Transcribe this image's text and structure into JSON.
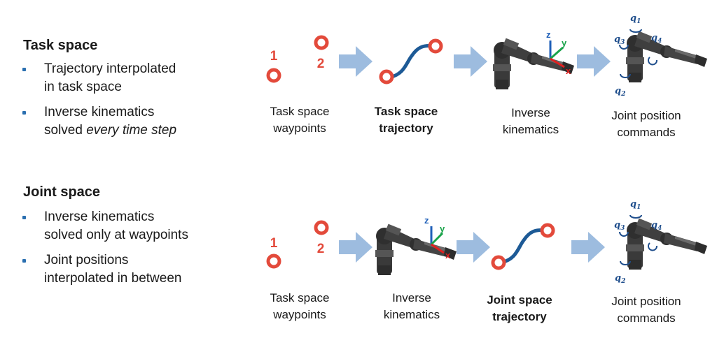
{
  "task_space": {
    "heading": "Task space",
    "bullets": [
      {
        "lines": [
          "Trajectory interpolated",
          "in task space"
        ]
      },
      {
        "lines": [
          "Inverse kinematics",
          "solved "
        ],
        "emph": "every time step"
      }
    ],
    "captions": [
      {
        "lines": [
          "Task space",
          "waypoints"
        ],
        "bold": false
      },
      {
        "lines": [
          "Task space",
          "trajectory"
        ],
        "bold": true
      },
      {
        "lines": [
          "Inverse",
          "kinematics"
        ],
        "bold": false
      },
      {
        "lines": [
          "Joint position",
          "commands"
        ],
        "bold": false
      }
    ]
  },
  "joint_space": {
    "heading": "Joint space",
    "bullets": [
      {
        "lines": [
          "Inverse kinematics",
          "solved only at waypoints"
        ]
      },
      {
        "lines": [
          "Joint positions",
          "interpolated in between"
        ]
      }
    ],
    "captions": [
      {
        "lines": [
          "Task space",
          "waypoints"
        ],
        "bold": false
      },
      {
        "lines": [
          "Inverse",
          "kinematics"
        ],
        "bold": false
      },
      {
        "lines": [
          "Joint space",
          "trajectory"
        ],
        "bold": true
      },
      {
        "lines": [
          "Joint position",
          "commands"
        ],
        "bold": false
      }
    ]
  },
  "waypoint_labels": [
    "1",
    "2"
  ],
  "axis_labels": {
    "z": "z",
    "y": "y",
    "x": "x"
  },
  "joint_labels": {
    "q1": "q",
    "q1_sub": "1",
    "q2": "q",
    "q2_sub": "2",
    "q3": "q",
    "q3_sub": "3",
    "q4": "q",
    "q4_sub": "4"
  },
  "colors": {
    "waypoint": "#e34a3b",
    "arrow": "#9dbcdf",
    "curve": "#1d5a96",
    "robot": "#3a3a3a",
    "axis_x": "#e02020",
    "axis_y": "#1aa34a",
    "axis_z": "#1f5fb8",
    "joint_annot": "#1f4e8c"
  }
}
